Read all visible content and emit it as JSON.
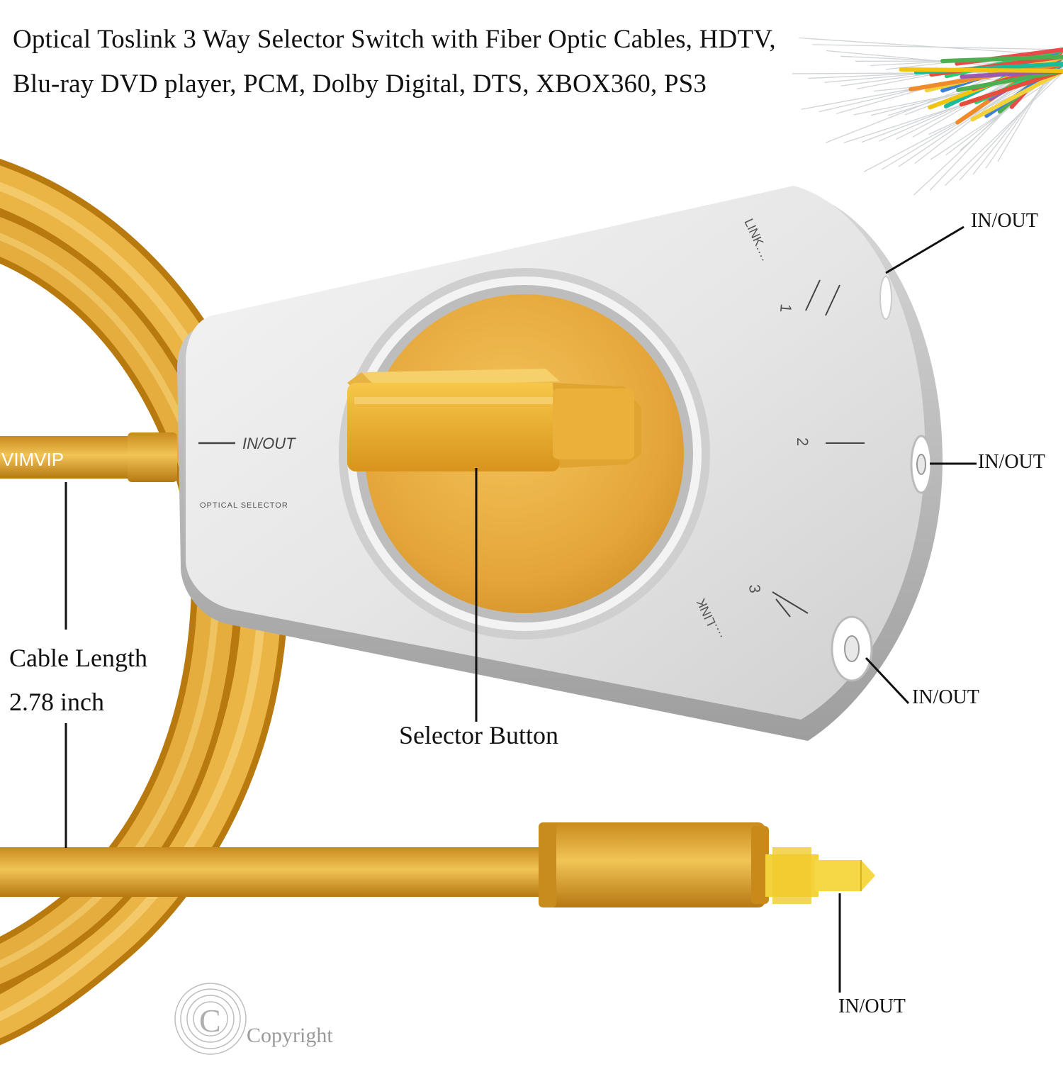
{
  "title": {
    "line1": "Optical Toslink 3 Way Selector Switch with Fiber Optic Cables, HDTV,",
    "line2": "Blu-ray DVD player, PCM, Dolby Digital, DTS, XBOX360, PS3"
  },
  "device": {
    "input_label": "IN/OUT",
    "model_label": "OPTICAL SELECTOR",
    "link_top": "LINK….",
    "link_bottom": "….LINK",
    "position_1": "1",
    "position_2": "2",
    "position_3": "3"
  },
  "cable": {
    "brand": "VIMVIP"
  },
  "callouts": {
    "top_right": "IN/OUT",
    "middle_right": "IN/OUT",
    "lower_right": "IN/OUT",
    "plug": "IN/OUT",
    "selector": "Selector Button",
    "cable_length_label": "Cable Length",
    "cable_length_value": "2.78 inch"
  },
  "watermark": {
    "text": "Copyright",
    "symbol": "C"
  },
  "colors": {
    "gold": "#d9a02a",
    "gold_light": "#f0c34a",
    "silver": "#dcdcdc",
    "plug_tip": "#f3d23c"
  },
  "icons": [
    "copyright-icon",
    "fiber-bundle-icon"
  ]
}
